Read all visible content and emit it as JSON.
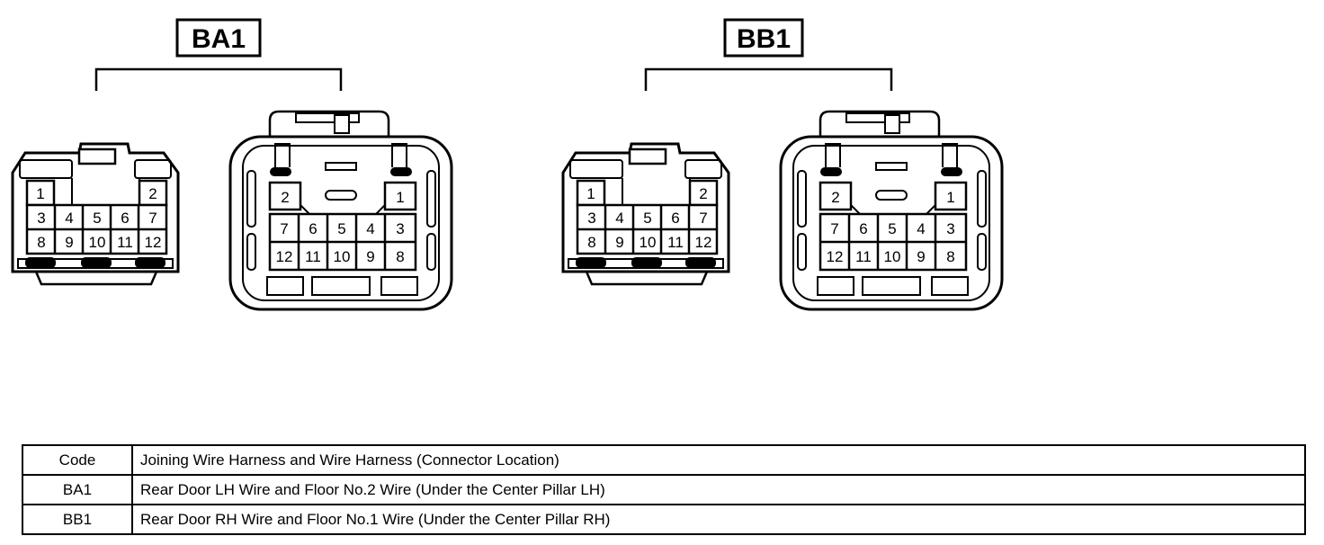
{
  "groups": [
    {
      "code": "BA1"
    },
    {
      "code": "BB1"
    }
  ],
  "connectors": {
    "small": [
      [
        "1",
        "2"
      ],
      [
        "3",
        "4",
        "5",
        "6",
        "7"
      ],
      [
        "8",
        "9",
        "10",
        "11",
        "12"
      ]
    ],
    "large": [
      [
        "2",
        "1"
      ],
      [
        "7",
        "6",
        "5",
        "4",
        "3"
      ],
      [
        "12",
        "11",
        "10",
        "9",
        "8"
      ]
    ]
  },
  "legend": {
    "header": {
      "code": "Code",
      "description": "Joining Wire Harness and Wire Harness (Connector Location)"
    },
    "rows": [
      {
        "code": "BA1",
        "description": "Rear Door LH Wire and Floor No.2 Wire (Under the Center Pillar LH)"
      },
      {
        "code": "BB1",
        "description": "Rear Door RH Wire and Floor No.1 Wire (Under the Center Pillar RH)"
      }
    ]
  }
}
